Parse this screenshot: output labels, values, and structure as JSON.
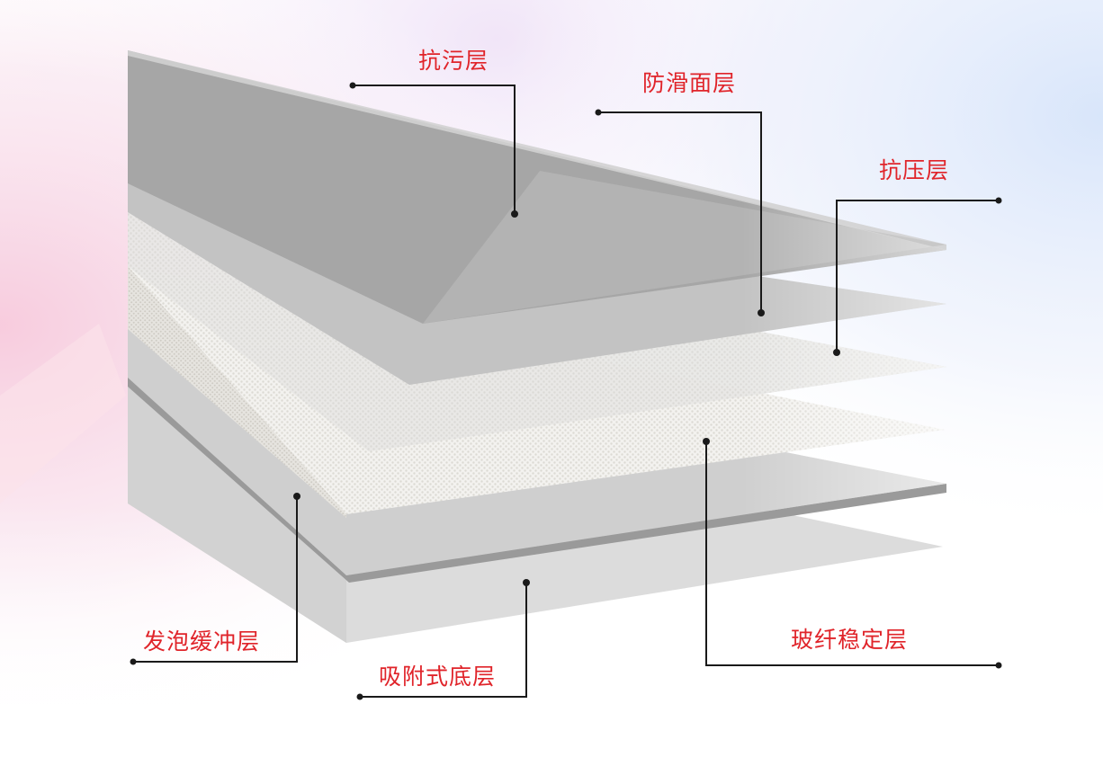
{
  "diagram": {
    "layers": [
      {
        "id": "anti-stain",
        "label": "抗污层"
      },
      {
        "id": "anti-slip-surface",
        "label": "防滑面层"
      },
      {
        "id": "anti-pressure",
        "label": "抗压层"
      },
      {
        "id": "glass-fiber",
        "label": "玻纤稳定层"
      },
      {
        "id": "foam-cushion",
        "label": "发泡缓冲层"
      },
      {
        "id": "adhesive-base",
        "label": "吸附式底层"
      }
    ],
    "colors": {
      "label": "#e0242a",
      "leader_line": "#1a1a1a",
      "top_layer": "#a6a6a6",
      "surface_layer": "#c4c4c4",
      "fabric_layer": "#efefed"
    }
  }
}
